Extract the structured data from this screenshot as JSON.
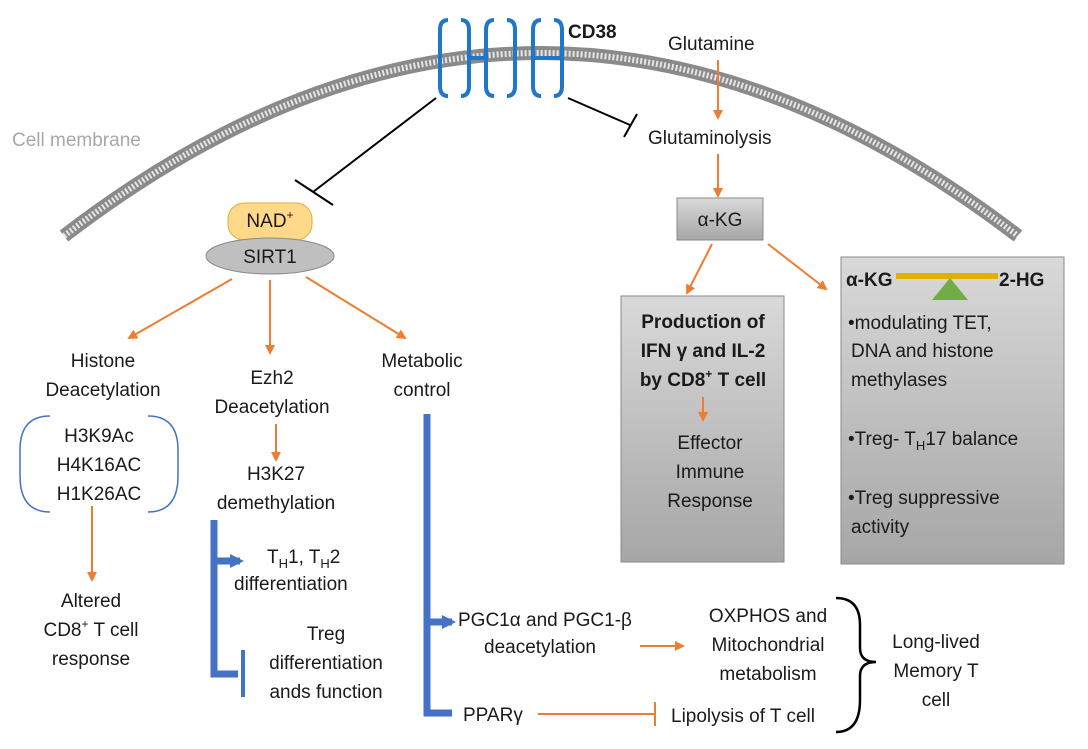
{
  "membrane_label": "Cell membrane",
  "cd38": "CD38",
  "glutamine": "Glutamine",
  "glutaminolysis": "Glutaminolysis",
  "akg": "α-KG",
  "nad": "NAD",
  "nad_sup": "+",
  "sirt1": "SIRT1",
  "histone": [
    "Histone",
    "Deacetylation"
  ],
  "marks": [
    "H3K9Ac",
    "H4K16AC",
    "H1K26AC"
  ],
  "altered": [
    "Altered",
    "CD8",
    "+",
    " T cell",
    "response"
  ],
  "ezh2": [
    "Ezh2",
    "Deacetylation"
  ],
  "h3k27": [
    "H3K27",
    "demethylation"
  ],
  "th": {
    "t1": "T",
    "s1": "H",
    "m1": "1, T",
    "s2": "H",
    "m2": "2",
    "line2": "differentiation"
  },
  "treg": [
    "Treg",
    "differentiation",
    "ands function"
  ],
  "metabolic": [
    "Metabolic",
    "control"
  ],
  "pgc": [
    "PGC1α and PGC1-β",
    "deacetylation"
  ],
  "ppar": "PPARγ",
  "oxphos": [
    "OXPHOS and",
    "Mitochondrial",
    "metabolism"
  ],
  "lipolysis": "Lipolysis of T cell",
  "memory": [
    "Long-lived",
    "Memory T",
    "cell"
  ],
  "production": [
    "Production of",
    "IFN γ and IL-2",
    "by CD8",
    "+",
    " T cell"
  ],
  "effector": [
    "Effector",
    "Immune",
    "Response"
  ],
  "balance": {
    "left": "α-KG",
    "right": "2-HG"
  },
  "right_box": {
    "l1": "•modulating TET,",
    "l2": "DNA and histone",
    "l3": "methylases",
    "l4a": "•Treg- T",
    "l4s": "H",
    "l4b": "17 balance",
    "l5": "•Treg suppressive",
    "l6": "activity"
  },
  "colors": {
    "arrow": "#ed7d31",
    "blue": "#4472c4",
    "cd38": "#1f77c9",
    "nad": "#ffd98a",
    "box": "#bfbfbf"
  }
}
